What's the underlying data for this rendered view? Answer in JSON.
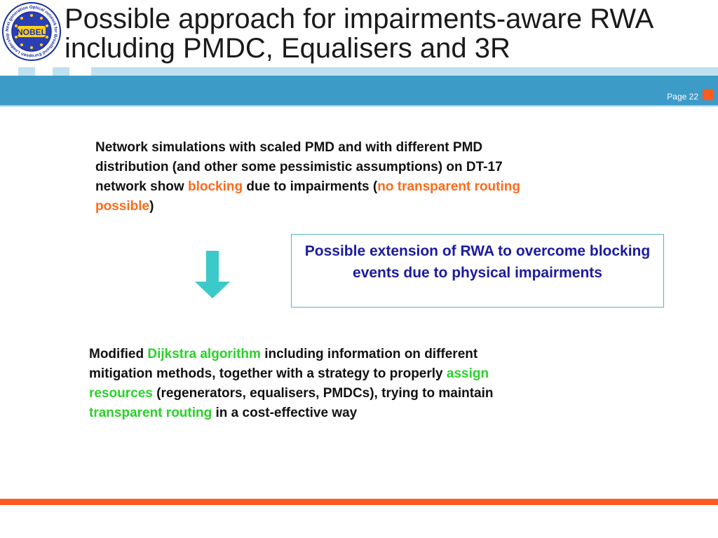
{
  "slide": {
    "title_lines": [
      "Possible approach for impairments-aware RWA",
      "including PMDC, Equalisers and 3R"
    ],
    "page": "Page 22",
    "logo": {
      "center_text": "NOBEL",
      "ring_text": "Next generation Optical network for Broadband European Leadership",
      "icon": "nobel-logo-icon"
    },
    "paragraph1": {
      "part1": "Network simulations with scaled PMD and with different PMD distribution (and other some pessimistic assumptions) on DT-17 network show ",
      "highlight1": "blocking",
      "part2": " due to impairments (",
      "highlight2": "no transparent routing possible",
      "part3": ")"
    },
    "box_text": "Possible extension of RWA to overcome blocking events due to physical impairments",
    "paragraph2": {
      "part1": "Modified ",
      "highlight1": "Dijkstra algorithm",
      "part2": " including information on different mitigation methods, together with a strategy to properly ",
      "highlight2": "assign resources",
      "part3": " (regenerators, equalisers, PMDCs), trying to maintain ",
      "highlight3": "transparent routing",
      "part4": " in a cost-effective way"
    },
    "icons": {
      "arrow": "down-arrow-icon"
    },
    "colors": {
      "header_band": "#3d9bc8",
      "accent_orange": "#ff6a1a",
      "accent_green": "#2ad12a",
      "box_text": "#1b1b9e",
      "arrow": "#3cc9c9"
    }
  }
}
